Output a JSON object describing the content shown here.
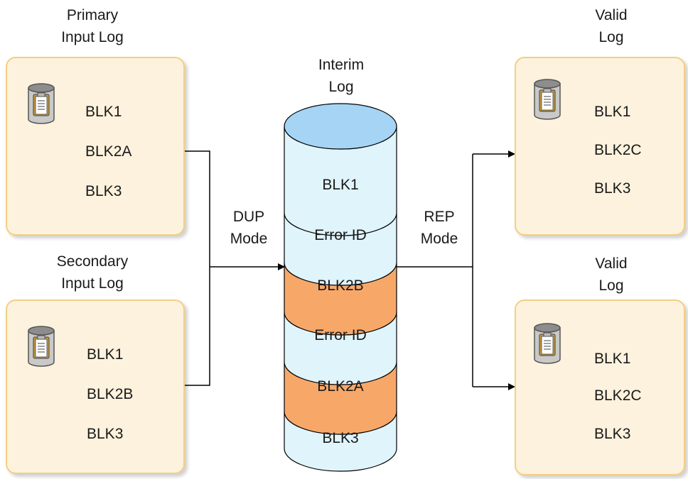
{
  "primary_log": {
    "title_line1": "Primary",
    "title_line2": "Input Log",
    "blocks": [
      "BLK1",
      "BLK2A",
      "BLK3"
    ],
    "icon": "log-dataset-icon"
  },
  "secondary_log": {
    "title_line1": "Secondary",
    "title_line2": "Input Log",
    "blocks": [
      "BLK1",
      "BLK2B",
      "BLK3"
    ],
    "icon": "log-dataset-icon"
  },
  "interim_log": {
    "title_line1": "Interim",
    "title_line2": "Log",
    "segments": [
      "BLK1",
      "Error ID",
      "BLK2B",
      "Error ID",
      "BLK2A",
      "BLK3"
    ]
  },
  "valid_log_1": {
    "title_line1": "Valid",
    "title_line2": "Log",
    "blocks": [
      "BLK1",
      "BLK2C",
      "BLK3"
    ],
    "icon": "log-dataset-icon"
  },
  "valid_log_2": {
    "title_line1": "Valid",
    "title_line2": "Log",
    "blocks": [
      "BLK1",
      "BLK2C",
      "BLK3"
    ],
    "icon": "log-dataset-icon"
  },
  "dup_mode": {
    "line1": "DUP",
    "line2": "Mode"
  },
  "rep_mode": {
    "line1": "REP",
    "line2": "Mode"
  },
  "colors": {
    "box_fill": "#fdf2dd",
    "box_border": "#f3cf84",
    "cylinder_normal": "#e0f4fc",
    "cylinder_highlight": "#f7a869",
    "cylinder_top": "#a6d4f5",
    "line": "#000000"
  }
}
